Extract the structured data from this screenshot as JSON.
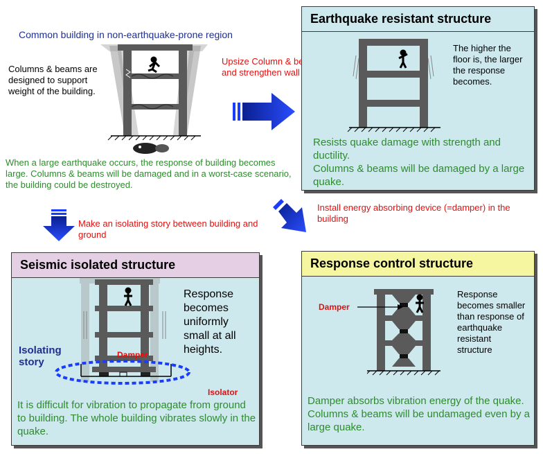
{
  "top_left": {
    "title": "Common building in non-earthquake-prone region",
    "support_note": "Columns & beams are designed to support weight of the building.",
    "damage_note": "When a large earthquake occurs, the response of building becomes large. Columns & beams will be damaged and in a worst-case scenario, the building could be destroyed."
  },
  "arrow_right_label": "Upsize Column & beam and strengthen wall",
  "arrow_down_left_label": "Make an isolating story between building and ground",
  "arrow_down_right_label": "Install energy absorbing device (=damper) in the building",
  "earthquake_resistant": {
    "title": "Earthquake resistant structure",
    "note": "The higher the floor is, the larger the response becomes.",
    "desc": "Resists quake damage with strength and ductility.\nColumns & beams will be damaged by a large quake."
  },
  "seismic_isolated": {
    "title": "Seismic isolated structure",
    "note": "Response becomes uniformly small at all heights.",
    "isolating_story": "Isolating story",
    "damper_label": "Damper",
    "isolator_label": "Isolator",
    "desc": "It is difficult for vibration to propagate from ground to building. The whole building vibrates slowly in the quake."
  },
  "response_control": {
    "title": "Response control structure",
    "damper_label": "Damper",
    "note": "Response becomes smaller than response of earthquake resistant structure",
    "desc": "Damper absorbs vibration energy of the quake.\nColumns & beams will be undamaged even by a large quake."
  },
  "colors": {
    "panel_bg": "#cde9ee",
    "panel_title_er": "#cde9ee",
    "panel_title_si": "#e4cfe4",
    "panel_title_rc": "#f6f6a0",
    "arrow_blue": "#1a3cff",
    "frame_gray": "#5a5a5a",
    "isolation_ring": "#1a3cff"
  }
}
